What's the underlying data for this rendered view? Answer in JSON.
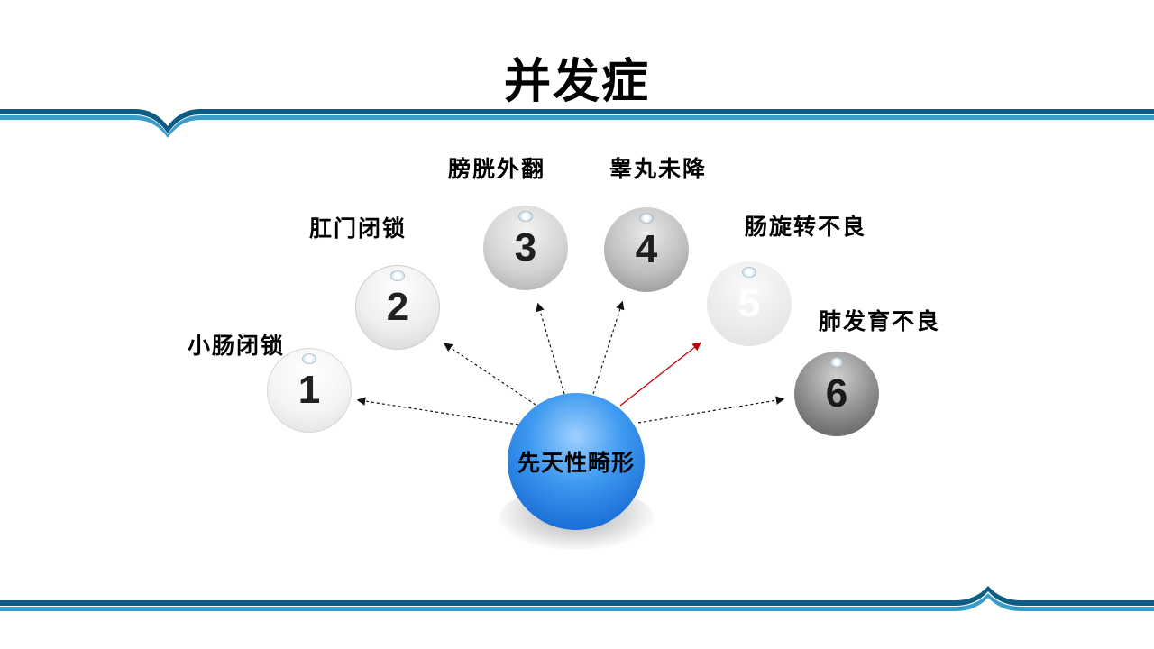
{
  "title": "并发症",
  "center": {
    "label": "先天性畸形",
    "color": "#1a6fd6"
  },
  "items": [
    {
      "number": "1",
      "label": "小肠闭锁"
    },
    {
      "number": "2",
      "label": "肛门闭锁"
    },
    {
      "number": "3",
      "label": "膀胱外翻"
    },
    {
      "number": "4",
      "label": "睾丸未降"
    },
    {
      "number": "5",
      "label": "肠旋转不良"
    },
    {
      "number": "6",
      "label": "肺发育不良"
    }
  ],
  "colors": {
    "band": "#0d5c84",
    "band_light": "#3a9dc7",
    "highlight_arrow": "#c00000"
  }
}
